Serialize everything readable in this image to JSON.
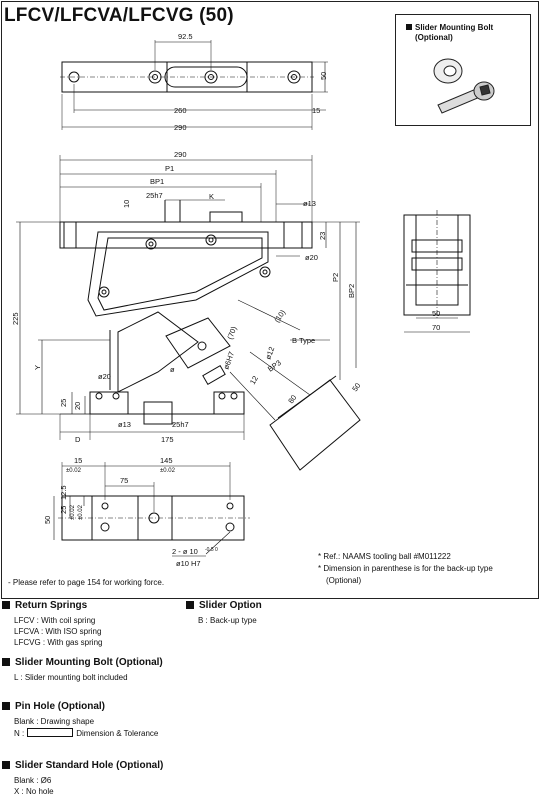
{
  "title": "LFCV/LFCVA/LFCVG (50)",
  "inset": {
    "title_line1": "Slider Mounting Bolt",
    "title_line2": "(Optional)"
  },
  "top_view": {
    "d92": "92.5",
    "d50": "50",
    "d260": "260",
    "d15": "15",
    "d290": "290"
  },
  "front_view": {
    "d290": "290",
    "p1": "P1",
    "bp1": "BP1",
    "k": "K",
    "h7": "25h7",
    "d10": "10",
    "phi13": "ø13",
    "d23": "23",
    "phi20": "ø20",
    "p2": "P2",
    "bp2": "BP2",
    "d225": "225",
    "y": "Y",
    "phi20b": "ø20",
    "d25": "25",
    "d20": "20",
    "phi13b": "ø13",
    "h7b": "25h7",
    "d": "D",
    "d175": "175",
    "d10b": "(10)",
    "d70": "(70)",
    "phi6h7": "ø6H7",
    "phi12": "ø12",
    "d12": "12",
    "btype": "B Type",
    "bp3": "BP3",
    "d80": "80",
    "d50": "50",
    "phi": "ø"
  },
  "side_view": {
    "d50": "50",
    "d70": "70"
  },
  "bottom_view": {
    "d15": "15",
    "tol15": "±0.02",
    "d145": "145",
    "tol145": "±0.02",
    "d75": "75",
    "d50": "50",
    "d25": "25",
    "d12_5": "12.5",
    "tol12": "±0.02",
    "tol25": "±0.02",
    "hole1": "2 - ø 10",
    "hole1_tol": "-0.5 0",
    "hole2": "ø10 H7"
  },
  "notes": {
    "ref": "* Ref.: NAAMS tooling ball #M011222",
    "paren1": "* Dimension in parenthese is for the back-up type",
    "paren2": "(Optional)",
    "force": "- Please refer to page 154 for working force."
  },
  "sections": {
    "return_springs": {
      "title": "Return Springs",
      "lines": [
        "LFCV : With coil spring",
        "LFCVA : With ISO spring",
        "LFCVG : With gas spring"
      ]
    },
    "slider_option": {
      "title": "Slider Option",
      "lines": [
        "B : Back-up type"
      ]
    },
    "slider_bolt": {
      "title": "Slider Mounting Bolt (Optional)",
      "lines": [
        "L : Slider mounting bolt included"
      ]
    },
    "pin_hole": {
      "title": "Pin Hole (Optional)",
      "line1": "Blank : Drawing shape",
      "line2_prefix": "N :",
      "line2_suffix": "Dimension & Tolerance"
    },
    "slider_hole": {
      "title": "Slider Standard Hole (Optional)",
      "lines": [
        "Blank : Ø6",
        "X : No hole"
      ]
    }
  }
}
